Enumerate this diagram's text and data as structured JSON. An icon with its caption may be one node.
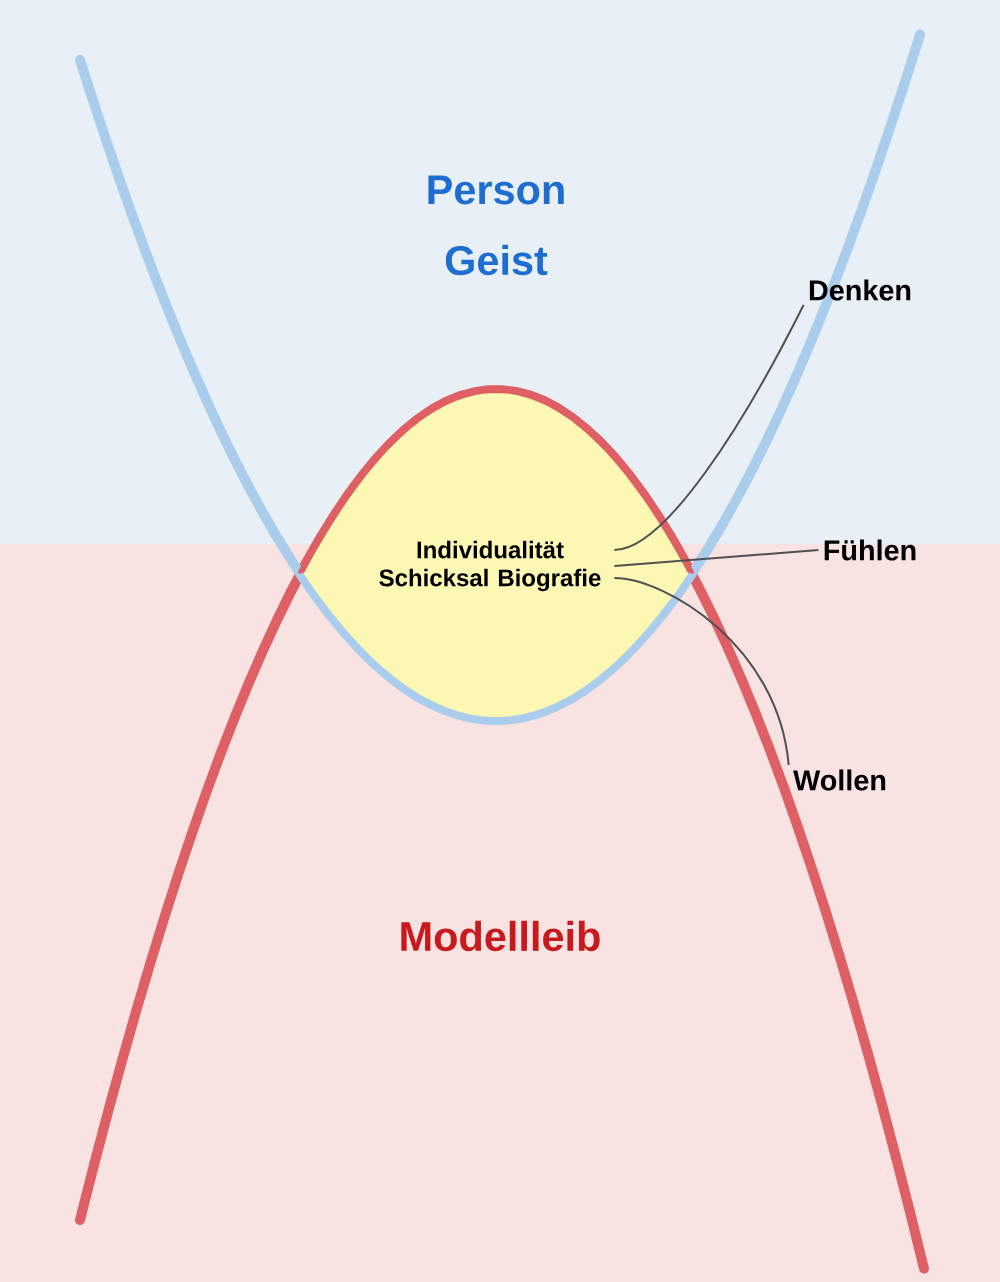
{
  "diagram": {
    "nodes": [
      {
        "text": [
          "Individualität Schicksal Biografie"
        ]
      },
      {
        "text": [
          "Denken"
        ]
      },
      {
        "text": [
          "Fühlen"
        ]
      },
      {
        "text": [
          "Wollen"
        ]
      }
    ],
    "edges": [
      {
        "from": 1,
        "to": 0,
        "arrow": "none"
      },
      {
        "from": 2,
        "to": 0,
        "arrow": "none"
      },
      {
        "from": 3,
        "to": 0,
        "arrow": "none"
      }
    ],
    "labels": [
      "Person",
      "Geist",
      "Modellleib"
    ]
  }
}
